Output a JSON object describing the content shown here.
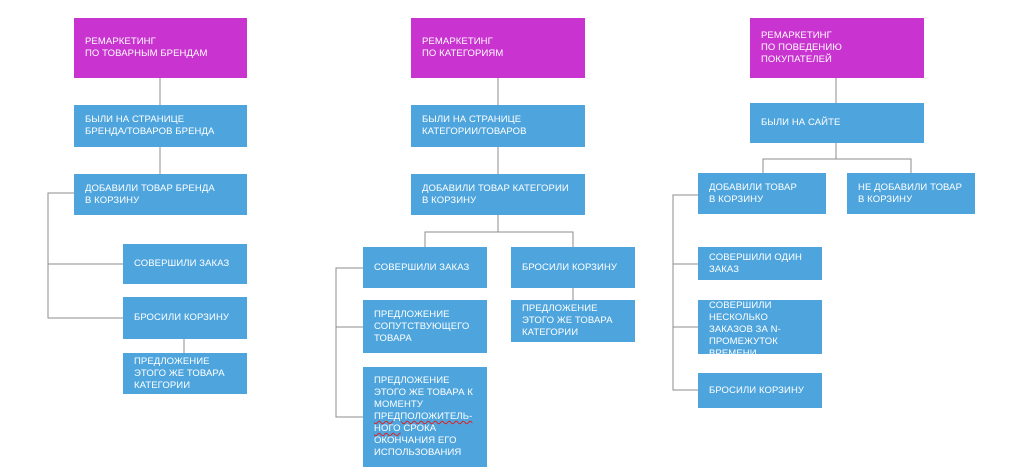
{
  "columns": [
    {
      "header": "Ремаркетинг\nпо товарным брендам",
      "step1": "Были на странице\nбренда/товаров бренда",
      "step2": "Добавили товар бренда\nв корзину",
      "ordered": "Совершили заказ",
      "abandoned": "Бросили корзину",
      "offer": "Предложение\nэтого же товара\nкатегории"
    },
    {
      "header": "Ремаркетинг\nпо категориям",
      "step1": "Были на странице\nкатегории/товаров",
      "step2": "Добавили товар категории\nв корзину",
      "ordered": "Совершили заказ",
      "abandoned": "Бросили корзину",
      "offer_related": "Предложение\nсопутствующего\nтовара",
      "offer_timed_lines": [
        "Предложение",
        "этого же товара к",
        "моменту"
      ],
      "offer_timed_wavy": "предположитель-\nного",
      "offer_timed_tail": " срока\nокончания его\nиспользования",
      "offer_same": "Предложение\nэтого же товара\nкатегории"
    },
    {
      "header": "Ремаркетинг\nпо поведению\nпокупателей",
      "visited": "Были на сайте",
      "added": "Добавили товар\nв корзину",
      "not_added": "Не добавили товар\nв корзину",
      "one_order": "Совершили один\nзаказ",
      "multi_orders": "Совершили\nнесколько\nзаказов за N-\nпромежуток\nвремени",
      "abandoned": "Бросили корзину"
    }
  ],
  "colors": {
    "header": "#c933cf",
    "box": "#4ea5de",
    "connector": "#8c8c8c",
    "text": "#ffffff"
  }
}
